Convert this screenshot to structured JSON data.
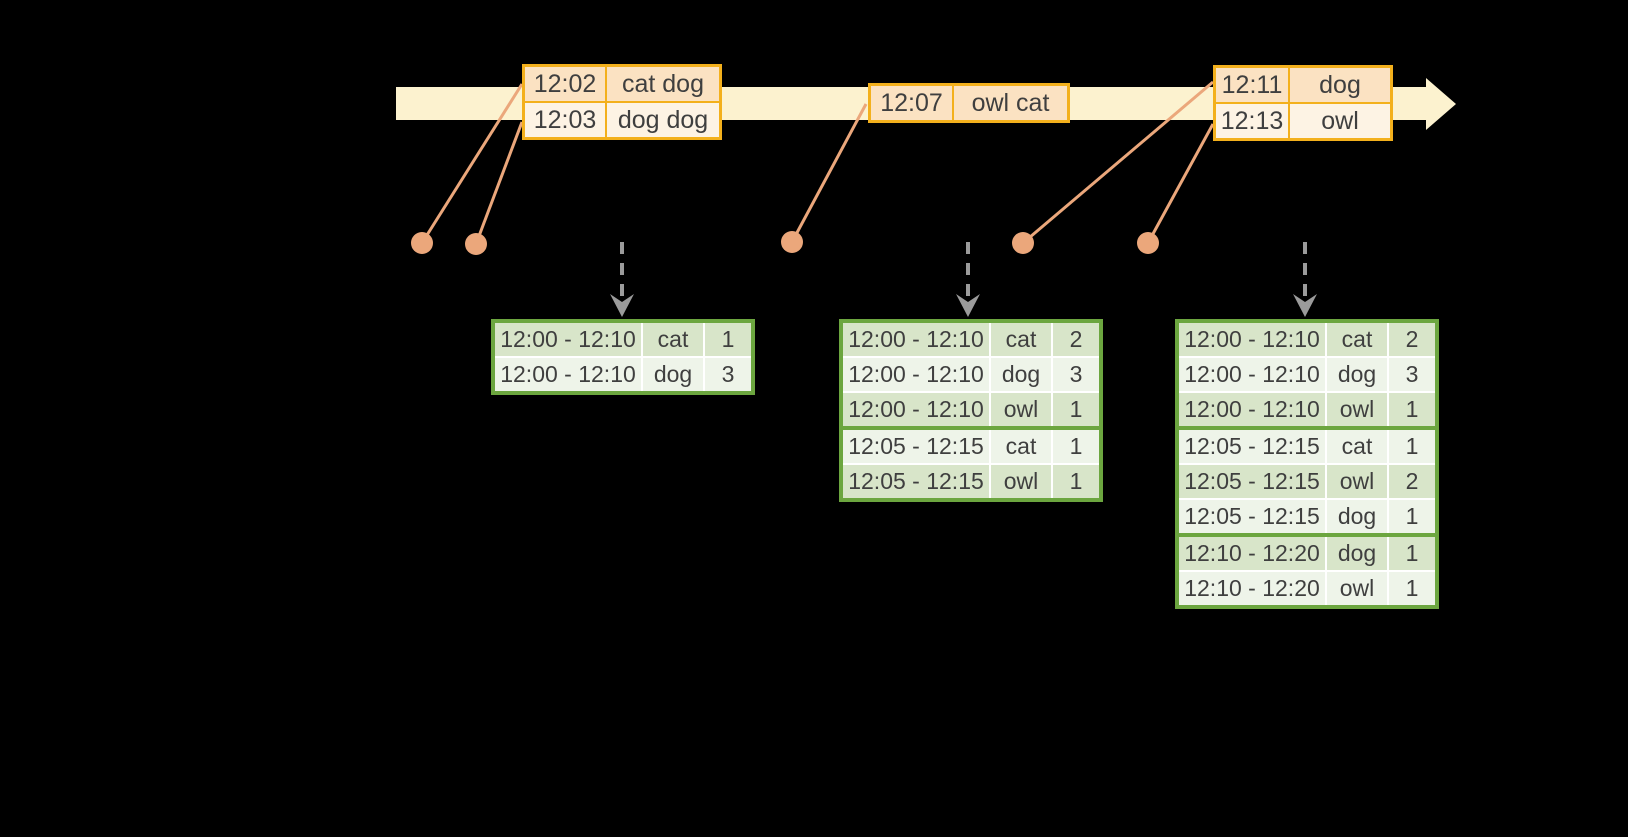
{
  "timeline": {
    "event_tables": [
      {
        "rows": [
          {
            "time": "12:02",
            "words": "cat dog"
          },
          {
            "time": "12:03",
            "words": "dog dog"
          }
        ]
      },
      {
        "rows": [
          {
            "time": "12:07",
            "words": "owl cat"
          }
        ]
      },
      {
        "rows": [
          {
            "time": "12:11",
            "words": "dog"
          },
          {
            "time": "12:13",
            "words": "owl"
          }
        ]
      }
    ]
  },
  "result_tables": [
    {
      "rows": [
        {
          "window": "12:00 - 12:10",
          "word": "cat",
          "count": "1"
        },
        {
          "window": "12:00 - 12:10",
          "word": "dog",
          "count": "3"
        }
      ]
    },
    {
      "rows": [
        {
          "window": "12:00 - 12:10",
          "word": "cat",
          "count": "2"
        },
        {
          "window": "12:00 - 12:10",
          "word": "dog",
          "count": "3"
        },
        {
          "window": "12:00 - 12:10",
          "word": "owl",
          "count": "1"
        },
        {
          "window": "12:05 - 12:15",
          "word": "cat",
          "count": "1"
        },
        {
          "window": "12:05 - 12:15",
          "word": "owl",
          "count": "1"
        }
      ]
    },
    {
      "rows": [
        {
          "window": "12:00 - 12:10",
          "word": "cat",
          "count": "2"
        },
        {
          "window": "12:00 - 12:10",
          "word": "dog",
          "count": "3"
        },
        {
          "window": "12:00 - 12:10",
          "word": "owl",
          "count": "1"
        },
        {
          "window": "12:05 - 12:15",
          "word": "cat",
          "count": "1"
        },
        {
          "window": "12:05 - 12:15",
          "word": "owl",
          "count": "2"
        },
        {
          "window": "12:05 - 12:15",
          "word": "dog",
          "count": "1"
        },
        {
          "window": "12:10 - 12:20",
          "word": "dog",
          "count": "1"
        },
        {
          "window": "12:10 - 12:20",
          "word": "owl",
          "count": "1"
        }
      ]
    }
  ],
  "colors": {
    "background": "#000000",
    "timeline_band": "#FCF2CF",
    "event_table_border": "#F3B01C",
    "event_row_dark": "#FBE2C2",
    "event_row_light": "#FDF3E4",
    "event_marker": "#EBA77B",
    "trigger_arrow": "#9B9B9B",
    "result_table_border": "#6CA63F",
    "result_row_dark": "#D8E5C9",
    "result_row_light": "#EEF4E9",
    "text": "#3F3F3F"
  }
}
